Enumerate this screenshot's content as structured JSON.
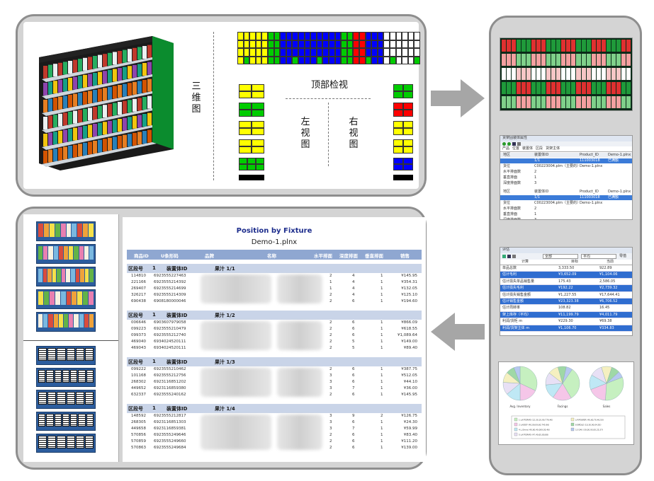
{
  "views": {
    "label_3d": "三维图",
    "label_top": "顶部检视",
    "label_left": "左视图",
    "label_right": "右视图"
  },
  "analysis": {
    "fixture_window": {
      "title": "货架固装体属性",
      "tabs": [
        "产品",
        "位置",
        "装置体",
        "区段",
        "货架主体"
      ],
      "col_headers": [
        "地区",
        "装置体ID",
        "Product_ID",
        "Demo-1.plnx"
      ],
      "rows": [
        {
          "a": "",
          "b": "1/1",
          "c": "111003018",
          "d": "已满额"
        },
        {
          "a": "货位",
          "b": "C00223004.plm（主要的）",
          "c": "Demo-1.plnx",
          "d": ""
        },
        {
          "a": "水平排面数",
          "b": "2",
          "c": "",
          "d": ""
        },
        {
          "a": "垂直排面",
          "b": "1",
          "c": "",
          "d": ""
        },
        {
          "a": "深度排面数",
          "b": "3",
          "c": "",
          "d": ""
        }
      ],
      "rows2": [
        {
          "a": "地区",
          "b": "装置体ID",
          "c": "Product_ID",
          "d": "Demo-1.plnx"
        },
        {
          "a": "",
          "b": "1/1",
          "c": "111003018",
          "d": "已满额"
        },
        {
          "a": "货位",
          "b": "C00223004.plm（主要的）",
          "c": "Demo-1.plnx",
          "d": ""
        },
        {
          "a": "水平排面数",
          "b": "2",
          "c": "",
          "d": ""
        },
        {
          "a": "垂直排面",
          "b": "1",
          "c": "",
          "d": ""
        },
        {
          "a": "深度排面数",
          "b": "3",
          "c": "",
          "d": ""
        }
      ]
    },
    "eval_window": {
      "title": "评估",
      "filter_all": "全部",
      "filter_avg": "平均",
      "filter_zero": "零值",
      "col_calc": "计算",
      "col_target": "目标",
      "col_current": "当前",
      "rows": [
        {
          "label": "单品总数",
          "target": "3,333.50",
          "current": "922.89"
        },
        {
          "label": "估计毛利",
          "target": "¥3,652.09",
          "current": "¥1,104.06"
        },
        {
          "label": "估计损失单品销售量",
          "target": "175.43",
          "current": "2,586.05"
        },
        {
          "label": "估计损失毛利",
          "target": "¥192.22",
          "current": "¥2,739.32"
        },
        {
          "label": "估计损失销售金额",
          "target": "¥1,227.55",
          "current": "¥17,644.41"
        },
        {
          "label": "估计销售金额",
          "target": "¥23,323.38",
          "current": "¥6,706.52"
        },
        {
          "label": "估计周转率",
          "target": "108.82",
          "current": "16.45"
        },
        {
          "label": "架上库存（平均）",
          "target": "¥11,199.79",
          "current": "¥4,011.79"
        },
        {
          "label": "利润/货柜 m",
          "target": "¥229.30",
          "current": "¥69.38"
        },
        {
          "label": "利润/货架主体 m",
          "target": "¥1,106.70",
          "current": "¥334.83"
        }
      ]
    },
    "pies": {
      "labels": [
        "Avg. Inventory",
        "Facings",
        "Sales"
      ],
      "legend": [
        "1 LAYFORMS (12,30,10,90,776.40)",
        "2 LAIDEF (40,09,09,60,745.96)",
        "4 L.Ohms (40,60,40,009,05,46)",
        "5 LAYFORMS (47,40,65,80,88)",
        "LAYPOWER (40,60,70,40,50)",
        "8 BRDLE (10,30,90,04,50)",
        "13 DAV (30,00,93,00,25,37)"
      ]
    }
  },
  "report": {
    "title": "Position by Fixture",
    "subtitle": "Demo-1.plnx",
    "headers": {
      "id": "商品ID",
      "barcode": "U条形码",
      "brand": "品牌",
      "name": "名称",
      "hfacings": "水平排面",
      "dfacings": "深度排面",
      "vfacings": "垂直排面",
      "sales": "销售"
    },
    "section_label": "区段号",
    "fixture_label": "装置体ID",
    "groups": [
      {
        "section": "1",
        "fixture": "果汁 1/1",
        "rows": [
          {
            "id": "114810",
            "barcode": "6923555227463",
            "h": "2",
            "d": "4",
            "v": "1",
            "sales": "¥145.95"
          },
          {
            "id": "221166",
            "barcode": "6923555214392",
            "h": "1",
            "d": "4",
            "v": "1",
            "sales": "¥354.31"
          },
          {
            "id": "269407",
            "barcode": "6923555214699",
            "h": "1",
            "d": "4",
            "v": "1",
            "sales": "¥132.05"
          },
          {
            "id": "326217",
            "barcode": "6923555214309",
            "h": "2",
            "d": "4",
            "v": "1",
            "sales": "¥125.10"
          },
          {
            "id": "690438",
            "barcode": "6908180000046",
            "h": "2",
            "d": "6",
            "v": "1",
            "sales": "¥194.60"
          }
        ]
      },
      {
        "section": "1",
        "fixture": "果汁 1/2",
        "rows": [
          {
            "id": "006646",
            "barcode": "6903607979058",
            "h": "2",
            "d": "6",
            "v": "1",
            "sales": "¥866.09"
          },
          {
            "id": "099223",
            "barcode": "6923555210479",
            "h": "2",
            "d": "6",
            "v": "1",
            "sales": "¥618.55"
          },
          {
            "id": "099373",
            "barcode": "6923555212740",
            "h": "2",
            "d": "6",
            "v": "1",
            "sales": "¥1,089.64"
          },
          {
            "id": "469040",
            "barcode": "6934024520111",
            "h": "2",
            "d": "5",
            "v": "1",
            "sales": "¥149.00"
          },
          {
            "id": "469043",
            "barcode": "6934024520111",
            "h": "2",
            "d": "5",
            "v": "1",
            "sales": "¥89.40"
          }
        ]
      },
      {
        "section": "1",
        "fixture": "果汁 1/3",
        "rows": [
          {
            "id": "099222",
            "barcode": "6923555210462",
            "h": "2",
            "d": "6",
            "v": "1",
            "sales": "¥387.75"
          },
          {
            "id": "101168",
            "barcode": "6923555212756",
            "h": "3",
            "d": "6",
            "v": "1",
            "sales": "¥512.05"
          },
          {
            "id": "268302",
            "barcode": "6923116851202",
            "h": "3",
            "d": "6",
            "v": "1",
            "sales": "¥44.10"
          },
          {
            "id": "449652",
            "barcode": "6923116859380",
            "h": "3",
            "d": "7",
            "v": "1",
            "sales": "¥36.00"
          },
          {
            "id": "632337",
            "barcode": "6923555240162",
            "h": "2",
            "d": "6",
            "v": "1",
            "sales": "¥145.95"
          }
        ]
      },
      {
        "section": "1",
        "fixture": "果汁 1/4",
        "rows": [
          {
            "id": "148592",
            "barcode": "6923555212817",
            "h": "3",
            "d": "9",
            "v": "2",
            "sales": "¥126.75"
          },
          {
            "id": "268305",
            "barcode": "6923116851303",
            "h": "3",
            "d": "6",
            "v": "1",
            "sales": "¥24.30"
          },
          {
            "id": "449658",
            "barcode": "6923116859381",
            "h": "3",
            "d": "7",
            "v": "1",
            "sales": "¥59.99"
          },
          {
            "id": "570856",
            "barcode": "6923555249646",
            "h": "2",
            "d": "6",
            "v": "1",
            "sales": "¥83.40"
          },
          {
            "id": "570859",
            "barcode": "6923555249660",
            "h": "2",
            "d": "6",
            "v": "1",
            "sales": "¥111.20"
          },
          {
            "id": "570863",
            "barcode": "6923555249684",
            "h": "2",
            "d": "6",
            "v": "1",
            "sales": "¥139.00"
          }
        ]
      }
    ]
  },
  "colors": {
    "panel_bg": "#d4d4d4",
    "panel_border": "#8e8e8e",
    "arrow": "#a6a6a6",
    "report_header": "#8fa7d1",
    "group_bar": "#c9d4e8",
    "title_blue": "#1c2c8c"
  }
}
